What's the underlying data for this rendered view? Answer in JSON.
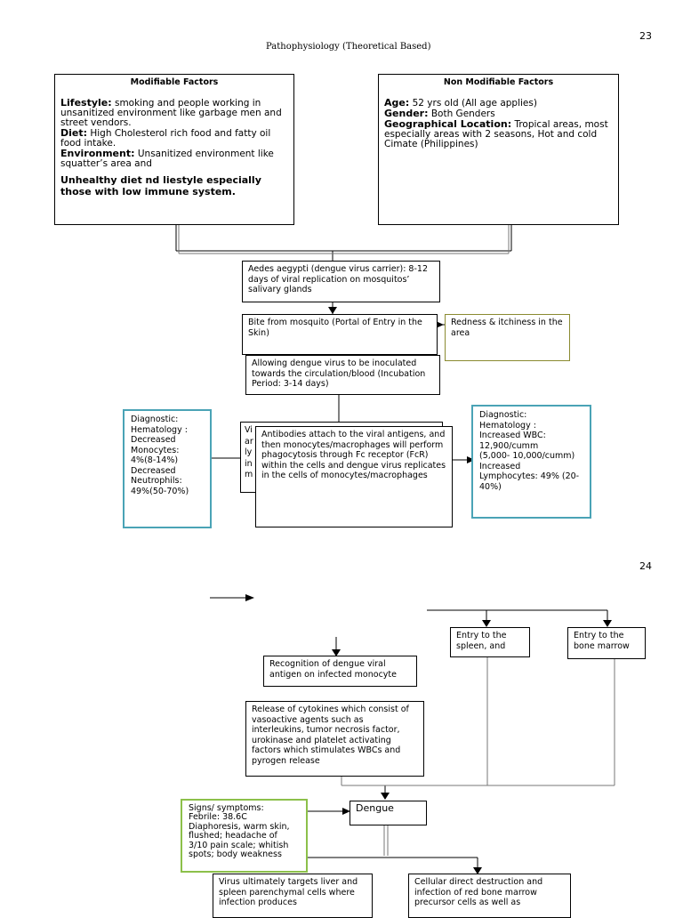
{
  "page1": {
    "page_number": "23",
    "title": "Pathophysiology (Theoretical Based)",
    "modifiable": {
      "heading": "Modifiable Factors",
      "lifestyle_label": "Lifestyle:",
      "lifestyle_text": " smoking and people working in unsanitized environment like garbage men and street vendors.",
      "diet_label": "Diet:",
      "diet_text": " High Cholesterol rich food and fatty oil food intake.",
      "environment_label": "Environment:",
      "environment_text": " Unsanitized environment like squatter’s area and",
      "bold_note": "Unhealthy diet nd liestyle especially those with low immune system."
    },
    "non_modifiable": {
      "heading": "Non Modifiable Factors",
      "age_label": "Age:",
      "age_text": " 52 yrs old (All age applies)",
      "gender_label": "Gender:",
      "gender_text": "  Both Genders",
      "geo_label": "Geographical Location:",
      "geo_text": " Tropical areas, most especially areas with 2 seasons, Hot and cold Cimate (Philippines)"
    },
    "aedes": "Aedes aegypti (dengue virus carrier): 8-12 days of viral replication on mosquitos’ salivary glands",
    "bite": "Bite from mosquito (Portal of Entry in the Skin)",
    "redness": "Redness & itchiness in the area",
    "inoculated": "Allowing dengue virus to be inoculated towards the circulation/blood (Incubation Period: 3-14 days)",
    "hidden_box_fragments": [
      "Vi",
      "ar",
      "ly",
      "in",
      "m"
    ],
    "antibodies": "Antibodies attach to the viral antigens, and then monocytes/macrophages will perform phagocytosis through Fc receptor (FcR) within the cells and dengue virus replicates in the cells of monocytes/macrophages",
    "diag_left": {
      "lines": [
        "Diagnostic:",
        "Hematology :",
        "Decreased",
        "Monocytes:",
        "4%(8-14%)",
        "Decreased",
        "Neutrophils:",
        "49%(50-70%)"
      ]
    },
    "diag_right": {
      "lines": [
        "Diagnostic:",
        "Hematology :",
        "Increased WBC:",
        "12,900/cumm",
        "(5,000- 10,000/cumm)",
        "Increased",
        "Lymphocytes: 49% (20-",
        "40%)"
      ]
    }
  },
  "page2": {
    "page_number": "24",
    "spleen": "Entry to the spleen, and",
    "bone_marrow": "Entry to the bone marrow",
    "recognition": "Recognition of dengue viral antigen on infected monocyte",
    "cytokines": "Release of cytokines which consist of vasoactive agents such as interleukins, tumor necrosis factor, urokinase and platelet activating factors which stimulates WBCs and pyrogen release",
    "dengue": "Dengue",
    "signs": {
      "lines": [
        "Signs/ symptoms:",
        "Febrile: 38.6C",
        "Diaphoresis, warm skin,",
        "flushed; headache of",
        "3/10 pain scale; whitish",
        "spots; body weakness"
      ]
    },
    "liver": "Virus ultimately targets liver and spleen parenchymal cells where infection produces",
    "marrow_destruction": "Cellular direct destruction and infection of red bone marrow precursor cells as well as"
  }
}
